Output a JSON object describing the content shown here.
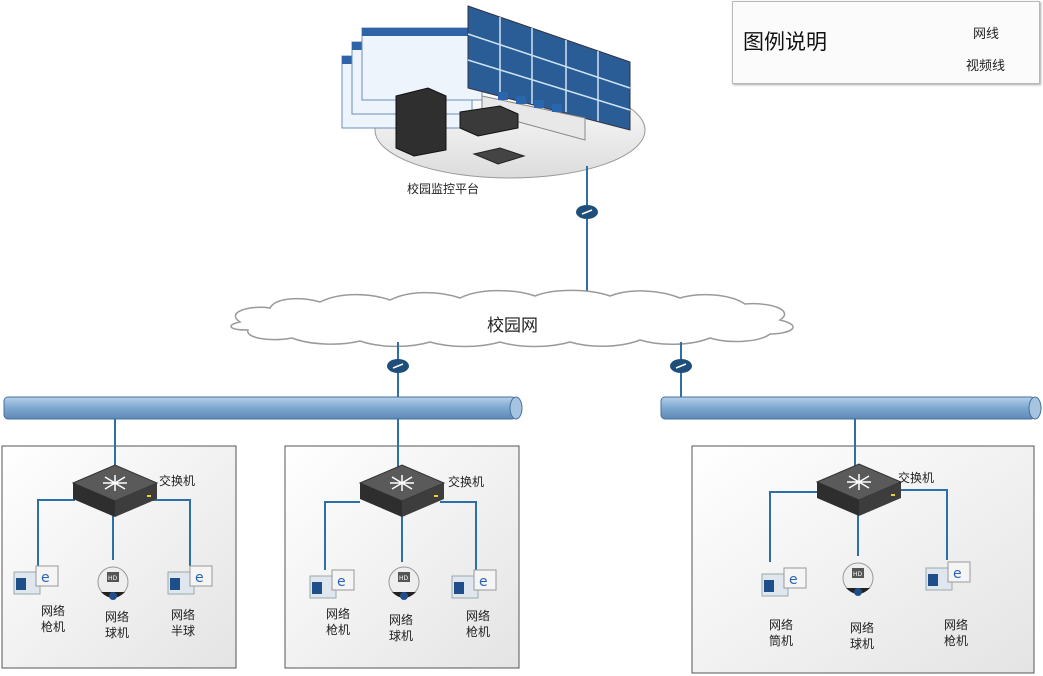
{
  "legend": {
    "title": "图例说明",
    "network_line": "网线",
    "video_line": "视频线"
  },
  "platform": {
    "label": "校园监控平台"
  },
  "cloud": {
    "label": "校园网"
  },
  "zones": [
    {
      "switch_label": "交换机",
      "cameras": [
        {
          "line1": "网络",
          "line2": "枪机"
        },
        {
          "line1": "网络",
          "line2": "球机"
        },
        {
          "line1": "网络",
          "line2": "半球"
        }
      ]
    },
    {
      "switch_label": "交换机",
      "cameras": [
        {
          "line1": "网络",
          "line2": "枪机"
        },
        {
          "line1": "网络",
          "line2": "球机"
        },
        {
          "line1": "网络",
          "line2": "枪机"
        }
      ]
    },
    {
      "switch_label": "交换机",
      "cameras": [
        {
          "line1": "网络",
          "line2": "筒机"
        },
        {
          "line1": "网络",
          "line2": "球机"
        },
        {
          "line1": "网络",
          "line2": "枪机"
        }
      ]
    }
  ],
  "colors": {
    "network": "#2d6fa8",
    "video": "#1a9a4a",
    "pipe": "#8fb4d8",
    "switch": "#4a4a4a"
  }
}
